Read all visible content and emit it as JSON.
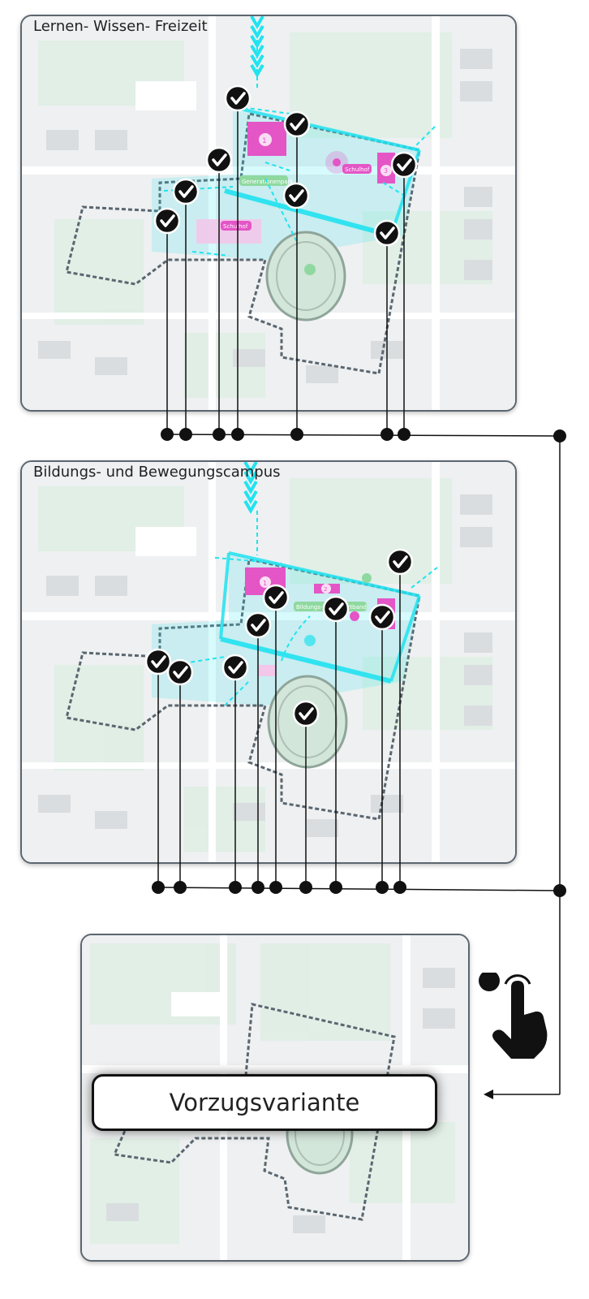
{
  "panels": [
    {
      "title": "Lernen- Wissen- Freizeit",
      "labels": {
        "schoolyard": "Schulhof",
        "park": "Generationenpark",
        "numbers": [
          "1",
          "3"
        ]
      }
    },
    {
      "title": "Bildungs- und Bewegungscampus",
      "labels": {
        "schoolyard": "",
        "park": "Bildungs- und Sportband",
        "numbers": [
          "1",
          "2",
          "3"
        ]
      }
    }
  ],
  "result": {
    "button_label": "Vorzugsvariante"
  },
  "icons": {
    "check": "check-mark-icon",
    "hand": "hand-pointer-icon",
    "arrow": "arrow-left-icon"
  },
  "colors": {
    "accent_cyan": "#21e3f0",
    "highlight_pink": "#e455c6",
    "green": "#8fd9a0",
    "boundary": "#5a6670",
    "connector": "#111111"
  }
}
